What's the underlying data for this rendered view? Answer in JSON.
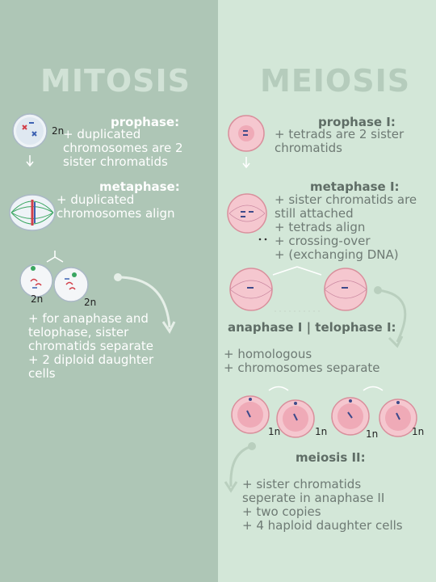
{
  "mitosis": {
    "title": "MITOSIS",
    "prophase": {
      "header": "prophase:",
      "text": "+ duplicated\nchromosomes are 2\nsister chromatids",
      "ploidy": "2n"
    },
    "metaphase": {
      "header": "metaphase:",
      "text": "+ duplicated\nchromosomes align"
    },
    "anaphase": {
      "text": "+ for anaphase and\ntelophase, sister\nchromatids separate\n+ 2 diploid daughter\ncells",
      "ploidy_a": "2n",
      "ploidy_b": "2n"
    }
  },
  "meiosis": {
    "title": "MEIOSIS",
    "prophase1": {
      "header": "prophase I:",
      "text": "+ tetrads are 2 sister\nchromatids"
    },
    "metaphase1": {
      "header": "metaphase I:",
      "text": "+ sister chromatids are\nstill attached\n+ tetrads align\n+ crossing-over\n+ (exchanging DNA)"
    },
    "anaphase1": {
      "header": "anaphase I | telophase I:",
      "text": "+ homologous\n+ chromosomes separate"
    },
    "cells_1n": [
      "1n",
      "1n",
      "1n",
      "1n"
    ],
    "meiosis2": {
      "header": "meiosis II:",
      "text": "+ sister chromatids\nseperate in anaphase II\n+ two copies\n+ 4 haploid daughter cells"
    }
  }
}
